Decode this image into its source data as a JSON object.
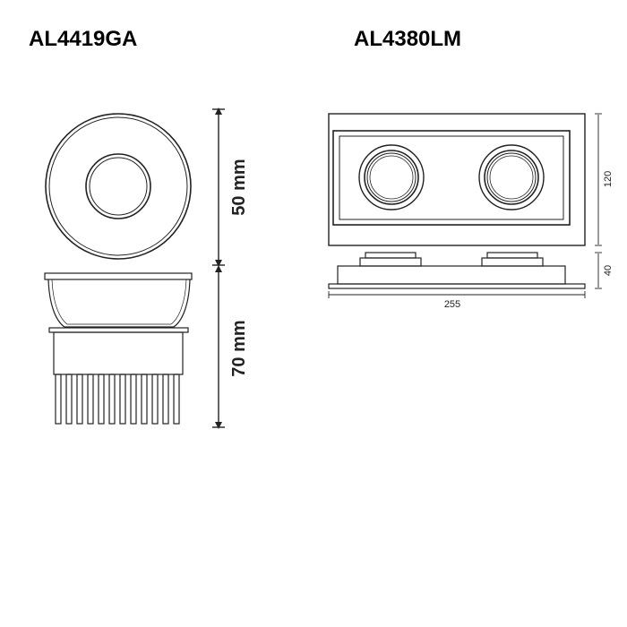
{
  "products": [
    {
      "model": "AL4419GA",
      "dimensions": {
        "diameter": "50 mm",
        "height": "70 mm"
      }
    },
    {
      "model": "AL4380LM",
      "dimensions": {
        "width": "255",
        "depth": "120",
        "height": "40"
      }
    }
  ],
  "colors": {
    "line": "#222222",
    "background": "#ffffff"
  }
}
